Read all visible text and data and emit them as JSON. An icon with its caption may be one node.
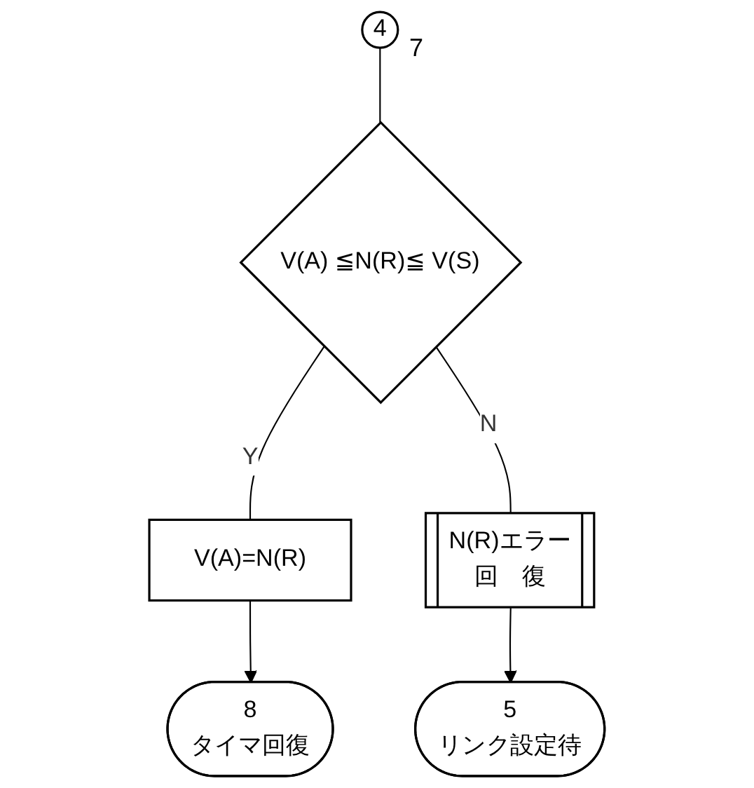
{
  "diagram": {
    "nodes": [
      {
        "text": [
          "4"
        ],
        "beside": [
          "7"
        ]
      },
      {
        "text": [
          "V(A) ≦N(R)≦ V(S)"
        ]
      },
      {
        "text": [
          "V(A)=N(R)"
        ]
      },
      {
        "text": [
          "N(R)エラー",
          "回　復"
        ]
      },
      {
        "text": [
          "8",
          "タイマ回復"
        ]
      },
      {
        "text": [
          "5",
          "リンク設定待"
        ]
      }
    ],
    "edges": [
      {
        "from": 0,
        "to": 1,
        "arrow": "none"
      },
      {
        "from": 1,
        "to": 2,
        "arrow": "none",
        "label": "Y"
      },
      {
        "from": 1,
        "to": 3,
        "arrow": "none",
        "label": "N"
      },
      {
        "from": 2,
        "to": 4,
        "arrow": "to"
      },
      {
        "from": 3,
        "to": 5,
        "arrow": "to"
      }
    ]
  }
}
